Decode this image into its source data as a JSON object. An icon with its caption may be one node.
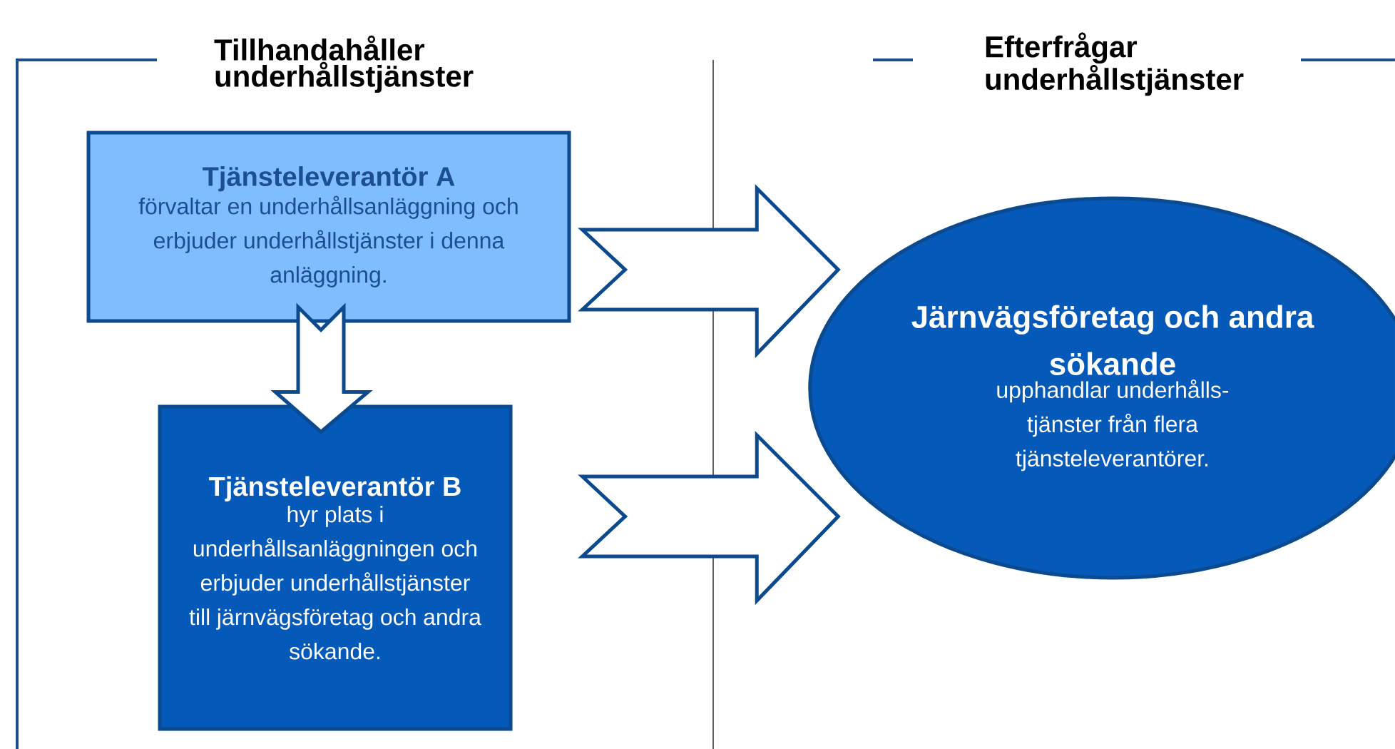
{
  "diagram": {
    "nodes": [
      {
        "text": [
          "Tjänsteleverantör A",
          "förvaltar en underhållsanläggning och erbjuder underhållstjänster i denna anläggning."
        ]
      },
      {
        "text": [
          "Tjänsteleverantör B",
          "hyr plats i underhållsanläggningen och erbjuder underhållstjänster till järnvägsföretag och andra sökande."
        ]
      },
      {
        "text": [
          "Järnvägsföretag och andra sökande",
          "upphandlar underhålls- tjänster från flera tjänsteleverantörer."
        ]
      }
    ],
    "edges": [
      {
        "from": 0,
        "to": 1,
        "arrow": "to"
      },
      {
        "from": 0,
        "to": 2,
        "arrow": "to"
      },
      {
        "from": 1,
        "to": 2,
        "arrow": "to"
      }
    ],
    "labels": [
      "Tillhandahåller underhållstjänster",
      "Efterfrågar underhållstjänster"
    ]
  }
}
